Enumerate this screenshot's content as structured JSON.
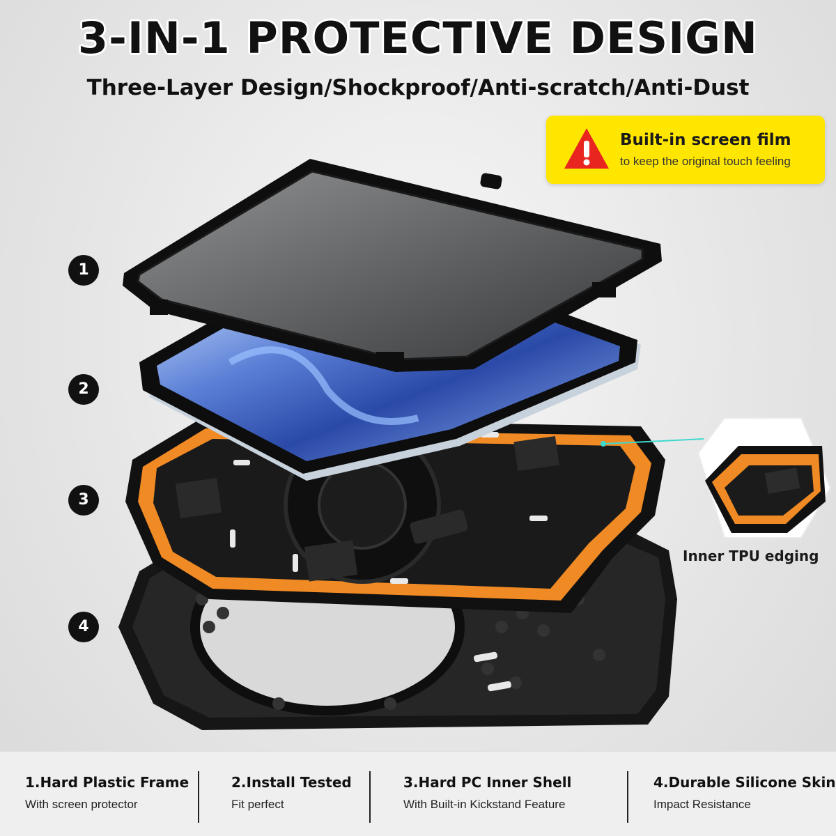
{
  "header": {
    "title": "3-IN-1 PROTECTIVE DESIGN",
    "subtitle": "Three-Layer Design/Shockproof/Anti-scratch/Anti-Dust"
  },
  "callout": {
    "icon": "warning-icon",
    "title": "Built-in screen film",
    "text": "to keep the original touch feeling",
    "color": "#ffe600"
  },
  "layers": [
    {
      "number": "1"
    },
    {
      "number": "2"
    },
    {
      "number": "3"
    },
    {
      "number": "4"
    }
  ],
  "detail": {
    "label": "Inner TPU edging",
    "accent": "#f08a24",
    "pointer_color": "#3dd9cf"
  },
  "features": [
    {
      "title": "1.Hard Plastic Frame",
      "subtitle": "With screen protector"
    },
    {
      "title": "2.Install Tested",
      "subtitle": "Fit perfect"
    },
    {
      "title": "3.Hard PC Inner Shell",
      "subtitle": "With Built-in Kickstand Feature"
    },
    {
      "title": "4.Durable Silicone Skin",
      "subtitle": "Impact Resistance"
    }
  ]
}
